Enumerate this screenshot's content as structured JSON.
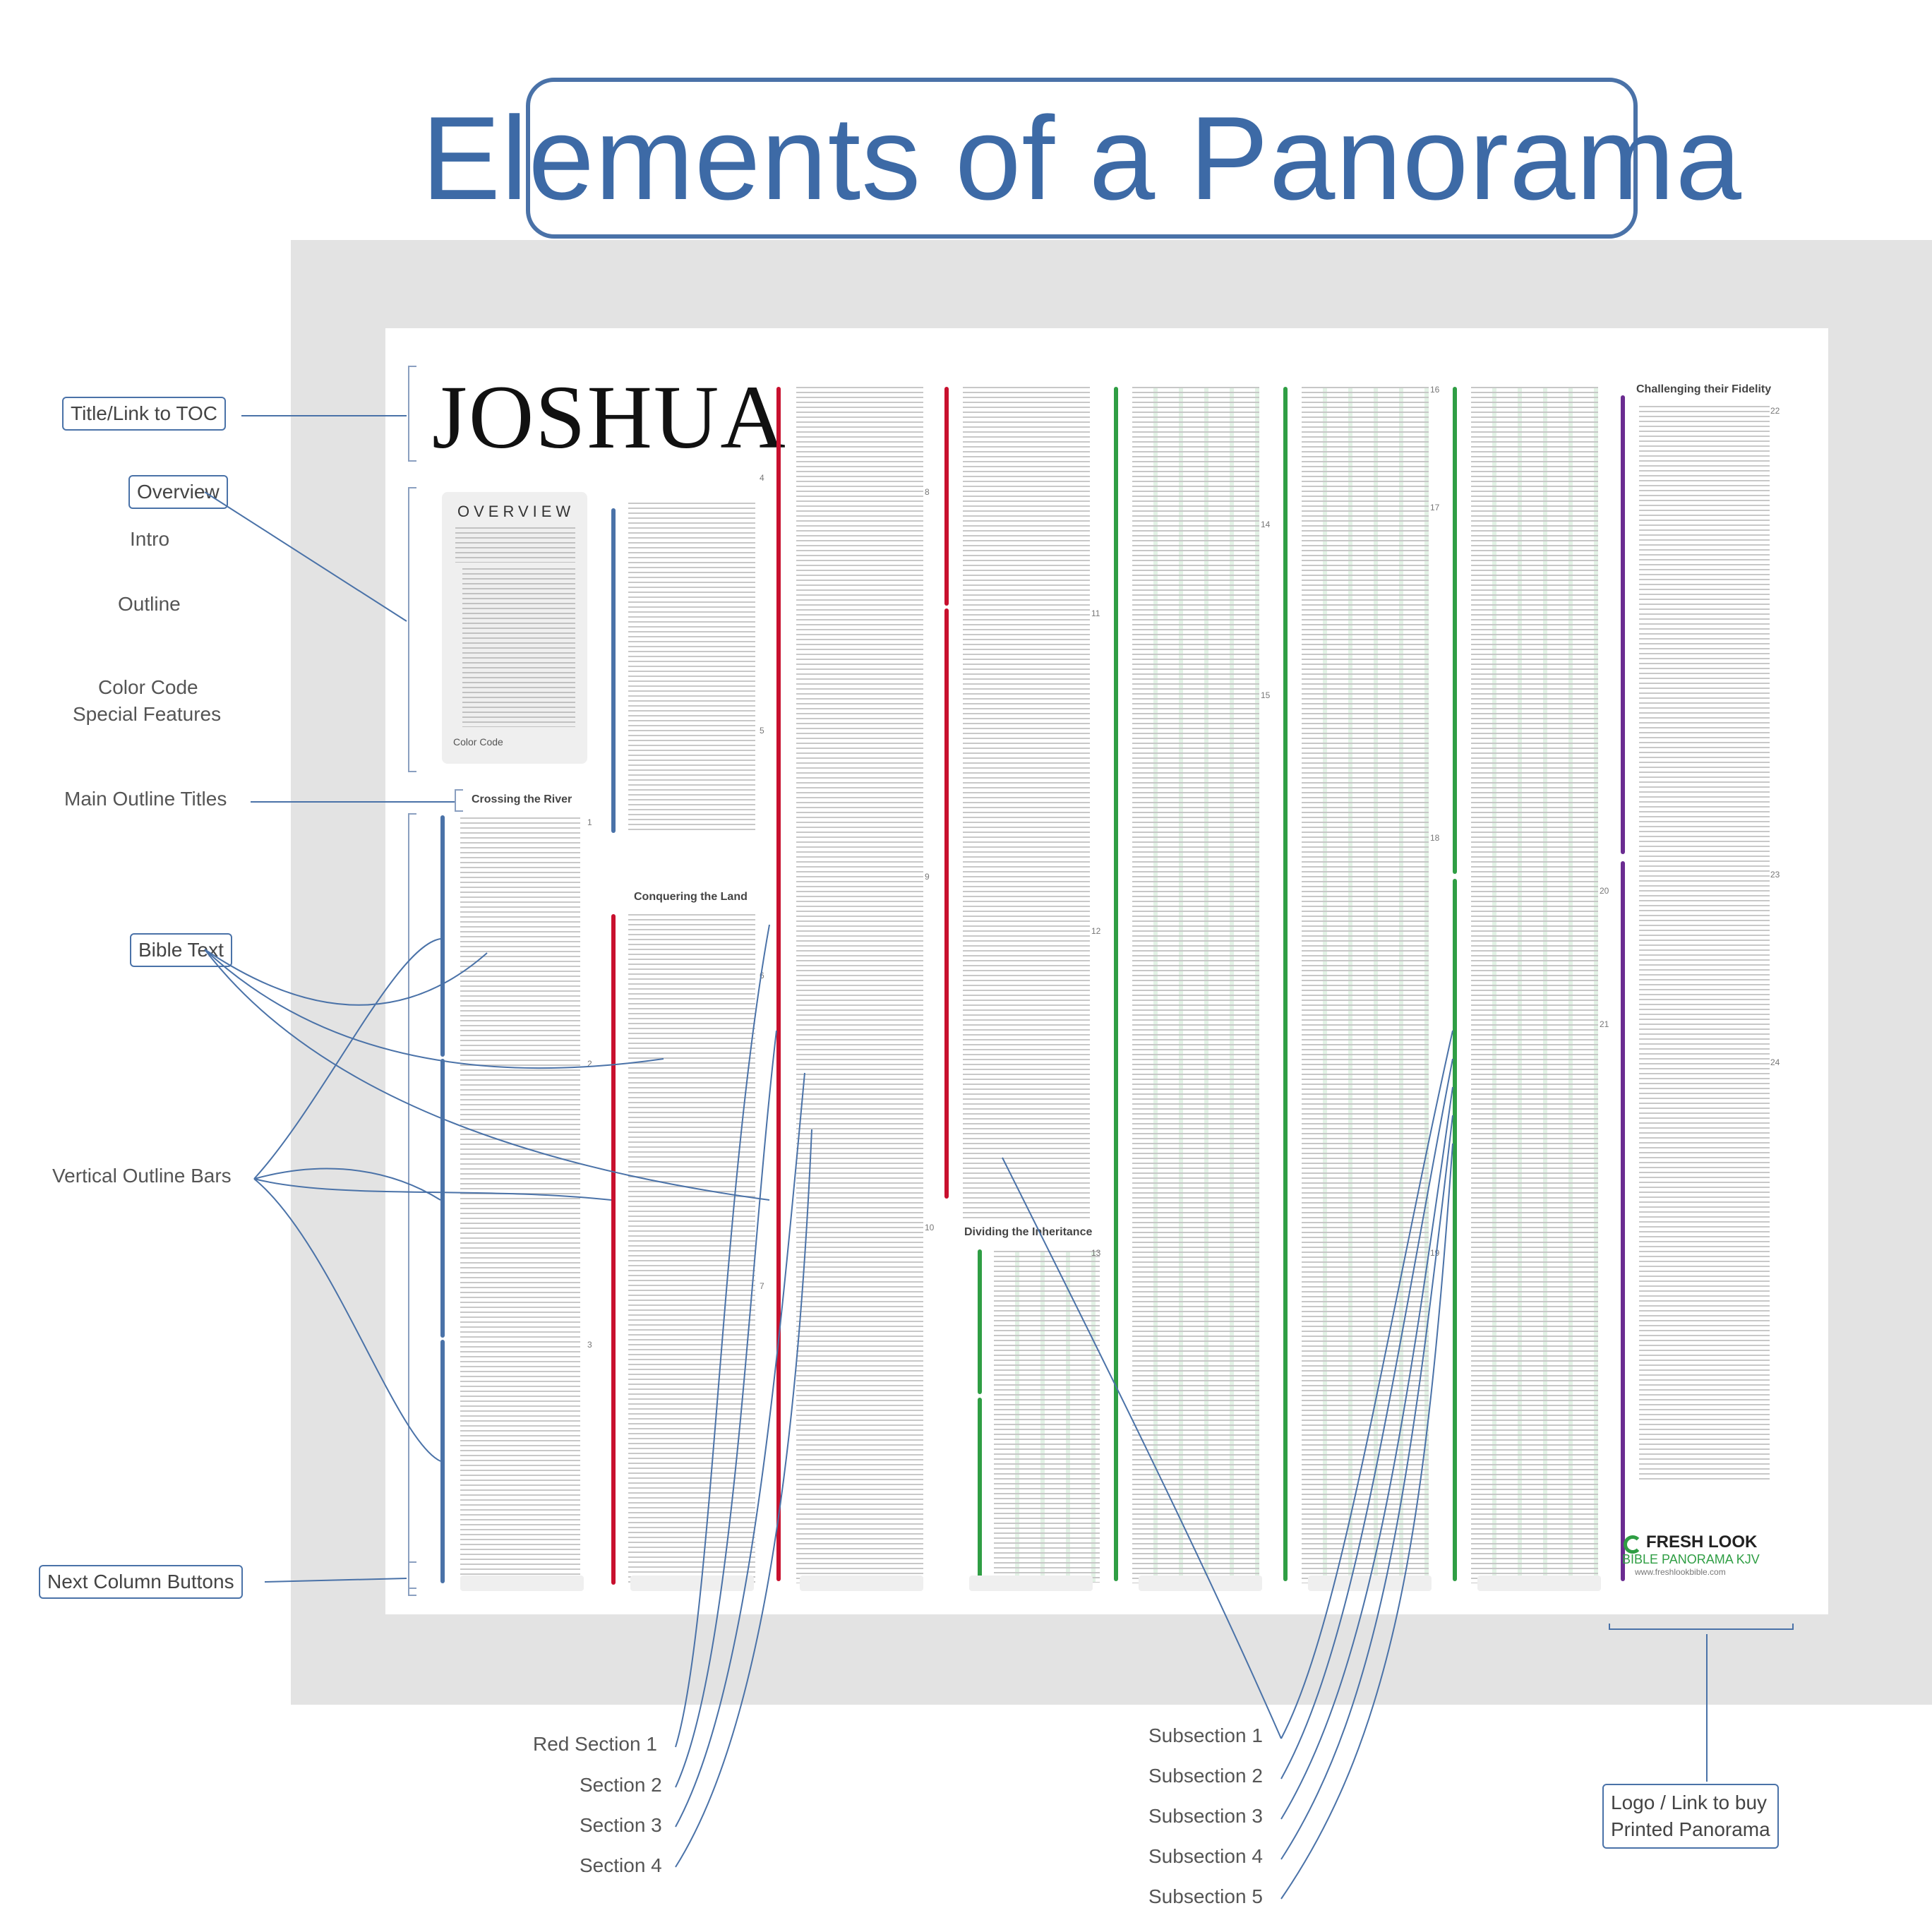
{
  "title": "Elements of a Panorama",
  "poster": {
    "book_title": "JOSHUA",
    "overview_heading": "OVERVIEW",
    "color_code_label": "Color Code",
    "section_titles": [
      "Crossing the River",
      "Conquering the Land",
      "Dividing the Inheritance",
      "Challenging their Fidelity"
    ],
    "logo": {
      "line1": "FRESH LOOK",
      "line2": "BIBLE PANORAMA KJV",
      "line3": "www.freshlookbible.com"
    }
  },
  "callouts_left": {
    "title_link": "Title/Link to TOC",
    "overview": "Overview",
    "intro": "Intro",
    "outline": "Outline",
    "color_code": "Color Code",
    "special_features": "Special Features",
    "main_outline_titles": "Main Outline Titles",
    "bible_text": "Bible Text",
    "vertical_outline_bars": "Vertical Outline Bars",
    "next_column_buttons": "Next Column Buttons"
  },
  "callouts_bottom_left": [
    "Red Section 1",
    "Section 2",
    "Section 3",
    "Section 4"
  ],
  "callouts_bottom_right": [
    "Subsection 1",
    "Subsection 2",
    "Subsection 3",
    "Subsection 4",
    "Subsection 5"
  ],
  "logo_callout": {
    "line1": "Logo / Link to buy",
    "line2": "Printed Panorama"
  },
  "colors": {
    "title_blue": "#3d6aa6",
    "bar_blue": "#4a72a8",
    "bar_red": "#c8102e",
    "bar_green": "#2f9e44",
    "bar_purple": "#6b2c91",
    "backdrop": "#e3e3e3"
  }
}
